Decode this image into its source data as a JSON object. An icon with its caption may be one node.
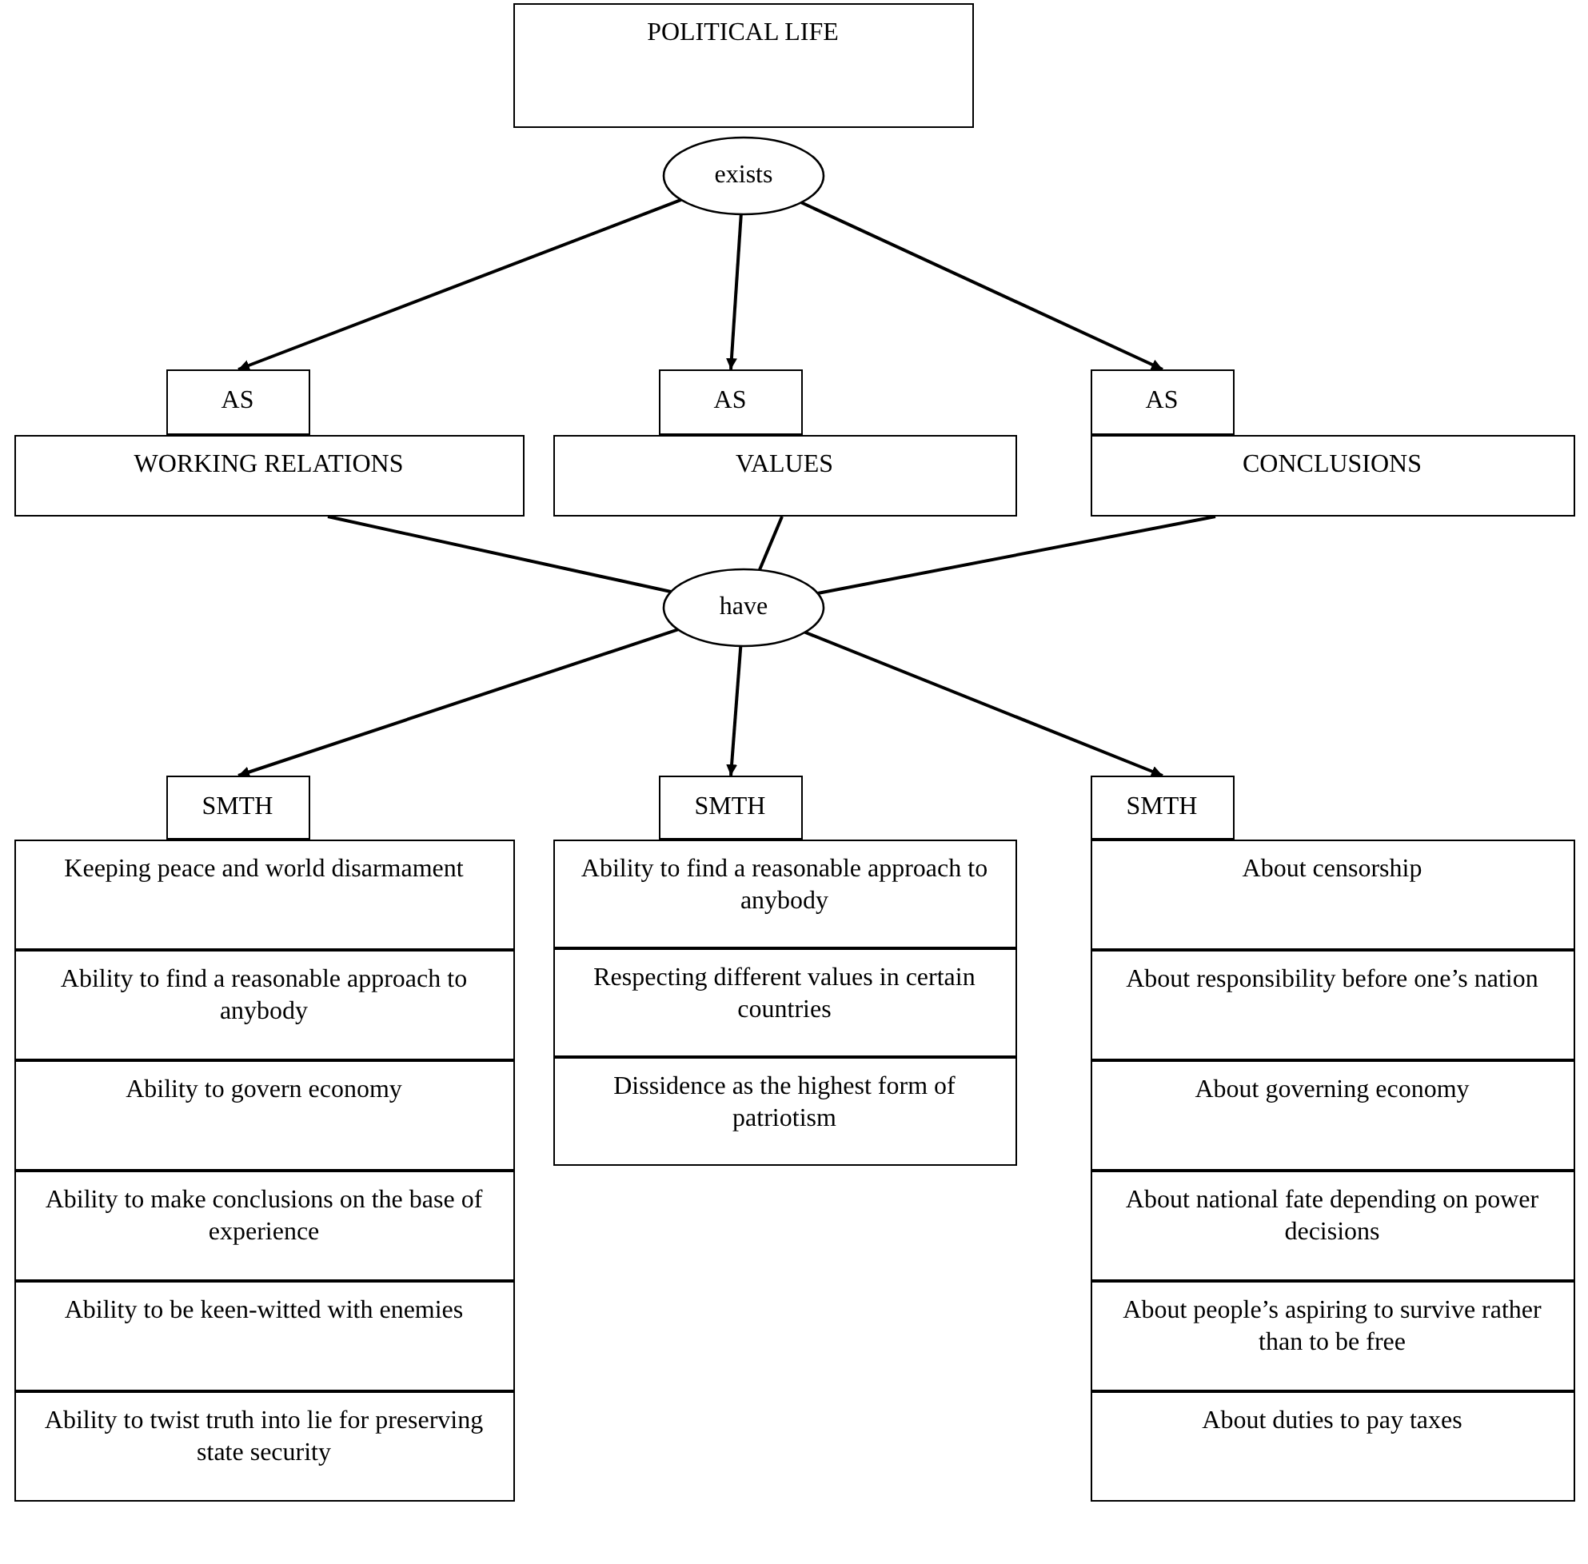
{
  "diagram": {
    "nodes": [
      {
        "text": [
          "POLITICAL LIFE"
        ]
      },
      {
        "text": [
          "exists"
        ]
      },
      {
        "text": [
          "AS"
        ]
      },
      {
        "text": [
          "WORKING RELATIONS"
        ]
      },
      {
        "text": [
          "AS"
        ]
      },
      {
        "text": [
          "VALUES"
        ]
      },
      {
        "text": [
          "AS"
        ]
      },
      {
        "text": [
          "CONCLUSIONS"
        ]
      },
      {
        "text": [
          "have"
        ]
      },
      {
        "text": [
          "SMTH"
        ]
      },
      {
        "text": [
          "SMTH"
        ]
      },
      {
        "text": [
          "SMTH"
        ]
      },
      {
        "text": [
          "Keeping peace and world disarmament"
        ]
      },
      {
        "text": [
          "Ability to find a reasonable approach to anybody"
        ]
      },
      {
        "text": [
          "Ability to govern economy"
        ]
      },
      {
        "text": [
          "Ability to make conclusions on the base of experience"
        ]
      },
      {
        "text": [
          "Ability to be keen-witted with enemies"
        ]
      },
      {
        "text": [
          "Ability to twist truth into lie for preserving state security"
        ]
      },
      {
        "text": [
          "Ability to find a reasonable approach to anybody"
        ]
      },
      {
        "text": [
          "Respecting different values in certain countries"
        ]
      },
      {
        "text": [
          "Dissidence as the highest form of patriotism"
        ]
      },
      {
        "text": [
          "About censorship"
        ]
      },
      {
        "text": [
          "About responsibility before one’s nation"
        ]
      },
      {
        "text": [
          "About governing economy"
        ]
      },
      {
        "text": [
          "About national fate depending on power decisions"
        ]
      },
      {
        "text": [
          "About people’s aspiring to survive rather than to be free"
        ]
      },
      {
        "text": [
          "About duties to pay taxes"
        ]
      }
    ],
    "edges": [
      {
        "from": 1,
        "to": 2,
        "arrow": "to"
      },
      {
        "from": 1,
        "to": 4,
        "arrow": "to"
      },
      {
        "from": 1,
        "to": 6,
        "arrow": "to"
      },
      {
        "from": 3,
        "to": 8,
        "arrow": "none"
      },
      {
        "from": 5,
        "to": 8,
        "arrow": "none"
      },
      {
        "from": 7,
        "to": 8,
        "arrow": "none"
      },
      {
        "from": 8,
        "to": 9,
        "arrow": "to"
      },
      {
        "from": 8,
        "to": 10,
        "arrow": "to"
      },
      {
        "from": 8,
        "to": 11,
        "arrow": "to"
      }
    ]
  }
}
